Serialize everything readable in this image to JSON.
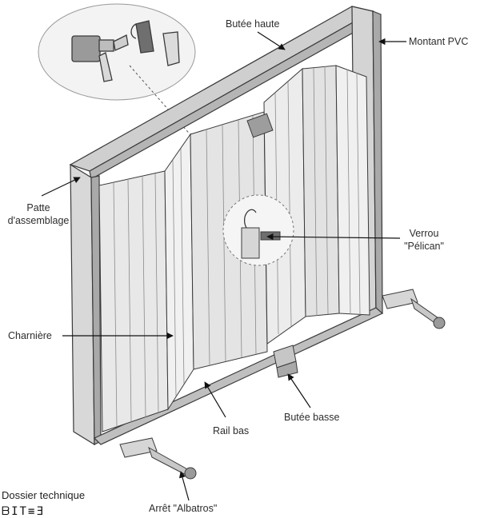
{
  "labels": {
    "butee_haute": "Butée haute",
    "montant_pvc": "Montant PVC",
    "patte_line1": "Patte",
    "patte_line2": "d'assemblage",
    "verrou_line1": "Verrou",
    "verrou_line2": "\"Pélican\"",
    "charniere": "Charnière",
    "butee_basse": "Butée basse",
    "rail_bas": "Rail bas",
    "arret_albatros": "Arrêt \"Albatros\""
  },
  "footer": {
    "title": "Dossier technique",
    "mark": "ᗷIT≡Ǝ"
  },
  "colors": {
    "frame": "#c9c9c9",
    "panel": "#e6e6e6",
    "line": "#3a3a3a",
    "arrow": "#111111"
  }
}
